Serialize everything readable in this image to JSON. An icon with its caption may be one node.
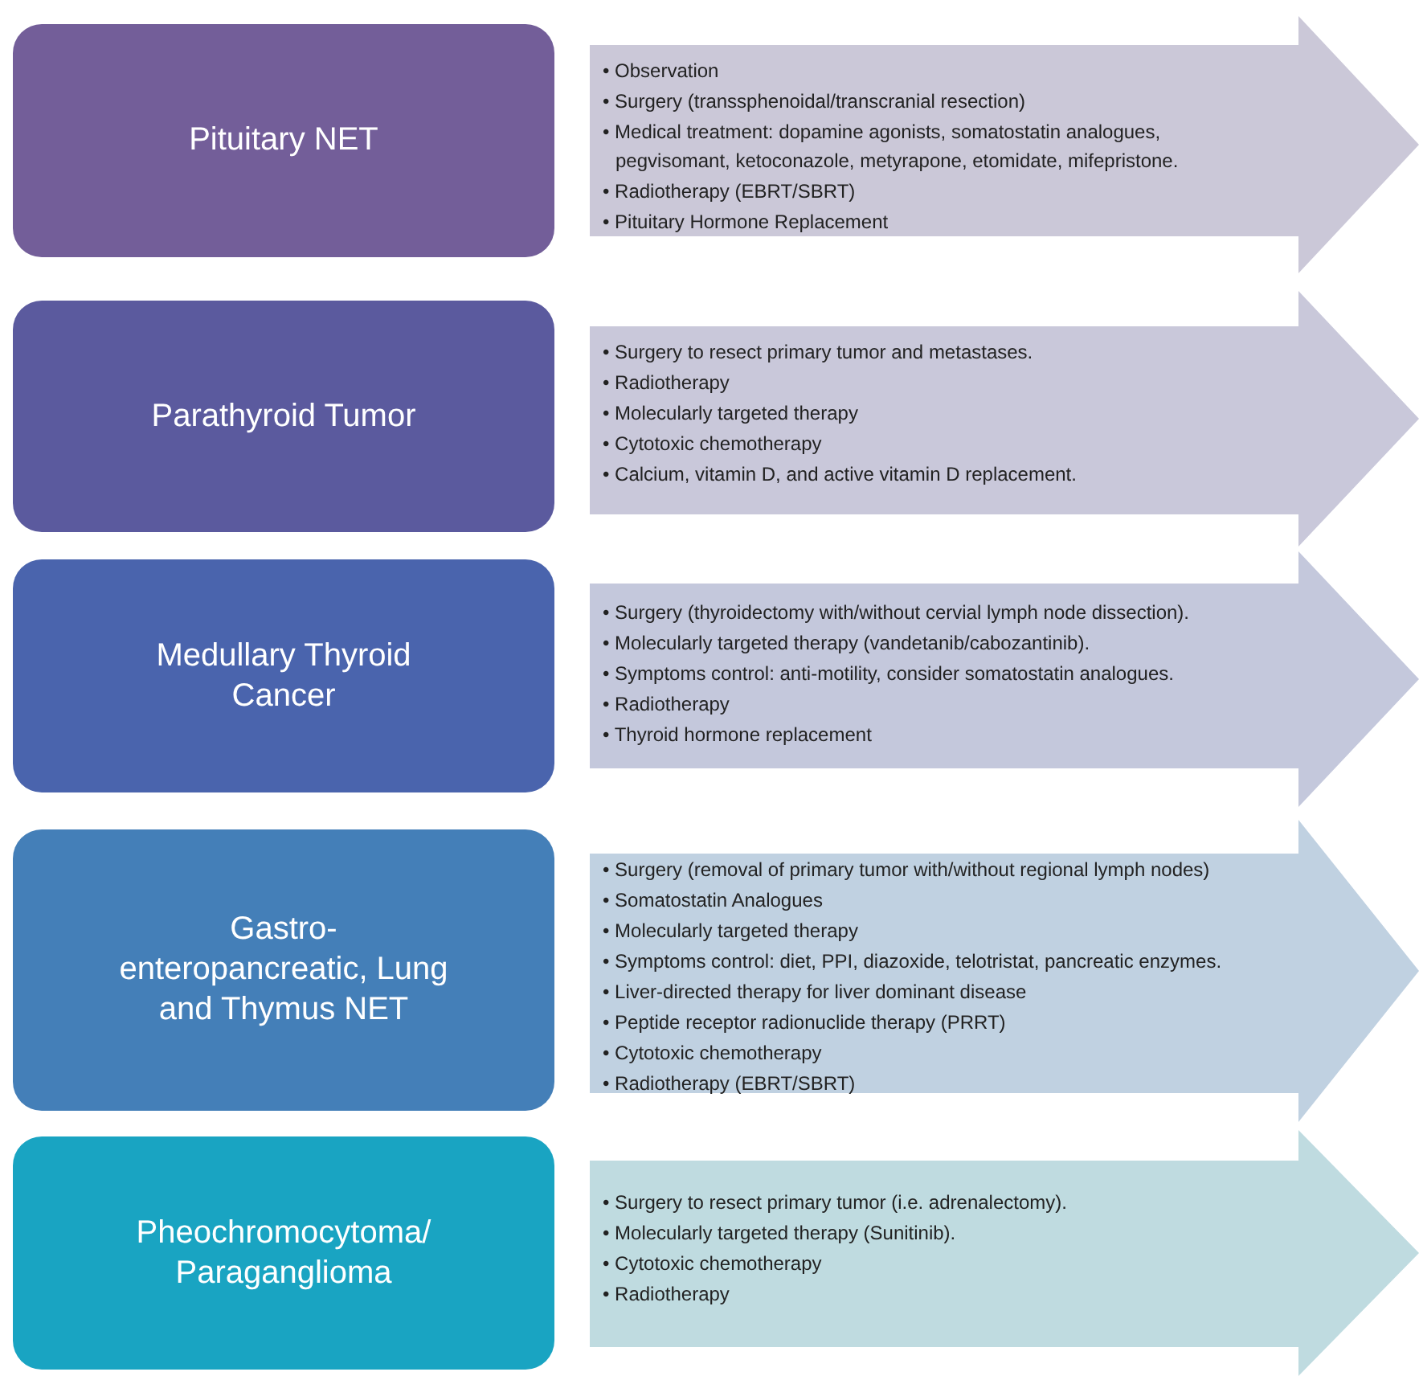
{
  "diagram": {
    "nodes": [
      {
        "text": [
          "Pituitary NET"
        ]
      },
      {
        "text": [
          "• Observation",
          "• Surgery (transsphenoidal/transcranial resection)",
          "• Medical treatment: dopamine agonists, somatostatin analogues, pegvisomant, ketoconazole, metyrapone, etomidate, mifepristone.",
          "• Radiotherapy (EBRT/SBRT)",
          "• Pituitary Hormone Replacement"
        ]
      },
      {
        "text": [
          "Parathyroid Tumor"
        ]
      },
      {
        "text": [
          "• Surgery to resect primary tumor and metastases.",
          "• Radiotherapy",
          "• Molecularly targeted therapy",
          "• Cytotoxic chemotherapy",
          "• Calcium, vitamin D, and active vitamin D replacement."
        ]
      },
      {
        "text": [
          "Medullary Thyroid Cancer"
        ]
      },
      {
        "text": [
          "• Surgery (thyroidectomy with/without cervial lymph node dissection).",
          "• Molecularly targeted therapy (vandetanib/cabozantinib).",
          "• Symptoms control: anti-motility, consider somatostatin analogues.",
          "• Radiotherapy",
          "• Thyroid hormone replacement"
        ]
      },
      {
        "text": [
          "Gastro-enteropancreatic, Lung and Thymus NET"
        ]
      },
      {
        "text": [
          "• Surgery (removal of primary tumor with/without regional lymph nodes)",
          "• Somatostatin Analogues",
          "• Molecularly targeted therapy",
          "• Symptoms control: diet, PPI, diazoxide, telotristat, pancreatic enzymes.",
          "• Liver-directed therapy for liver dominant disease",
          "• Peptide receptor radionuclide therapy (PRRT)",
          "• Cytotoxic chemotherapy",
          "• Radiotherapy (EBRT/SBRT)"
        ]
      },
      {
        "text": [
          "Pheochromocytoma/ Paraganglioma"
        ]
      },
      {
        "text": [
          "• Surgery to resect primary tumor (i.e. adrenalectomy).",
          "• Molecularly targeted therapy (Sunitinib).",
          "• Cytotoxic chemotherapy",
          "• Radiotherapy"
        ]
      }
    ]
  }
}
